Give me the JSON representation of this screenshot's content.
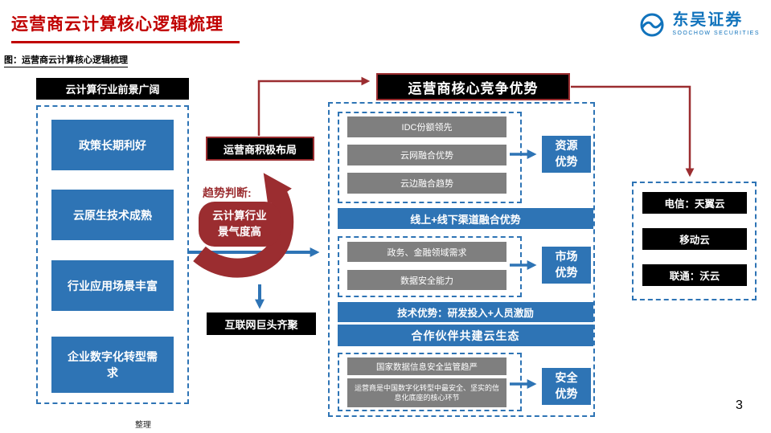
{
  "page": {
    "title": "运营商云计算核心逻辑梳理",
    "figure_caption": "图：运营商云计算核心逻辑梳理",
    "source_note": "整理",
    "page_number": "3"
  },
  "logo": {
    "name": "东吴证券",
    "subtitle": "SOOCHOW SECURITIES"
  },
  "left": {
    "header": "云计算行业前景广阔",
    "items": [
      "政策长期利好",
      "云原生技术成熟",
      "行业应用场景丰富",
      "企业数字化转型需求"
    ]
  },
  "middle": {
    "operator_box": "运营商积极布局",
    "trend_label": "趋势判断:",
    "trend_line1": "云计算行业",
    "trend_line2": "景气度高",
    "internet_box": "互联网巨头齐聚"
  },
  "banner": {
    "label": "运营商核心竞争优势"
  },
  "advantages": {
    "resource_items": [
      "IDC份额领先",
      "云网融合优势",
      "云边融合趋势"
    ],
    "resource_label": "资源优势",
    "channel_bar": "线上+线下渠道融合优势",
    "market_items": [
      "政务、金融领域需求",
      "数据安全能力"
    ],
    "market_label": "市场优势",
    "tech_bar": "技术优势：研发投入+人员激励",
    "partner_bar": "合作伙伴共建云生态",
    "security_items": [
      "国家数据信息安全监管趋严",
      "运营商是中国数字化转型中最安全、坚实的信息化底座的核心环节"
    ],
    "security_label": "安全优势"
  },
  "operators": {
    "items": [
      "电信：天翼云",
      "移动云",
      "联通：沃云"
    ]
  },
  "colors": {
    "title_red": "#C00000",
    "dark_red": "#9B2D30",
    "blue": "#2E74B5",
    "gray": "#7F7F7F",
    "logo_blue": "#1173BC"
  }
}
